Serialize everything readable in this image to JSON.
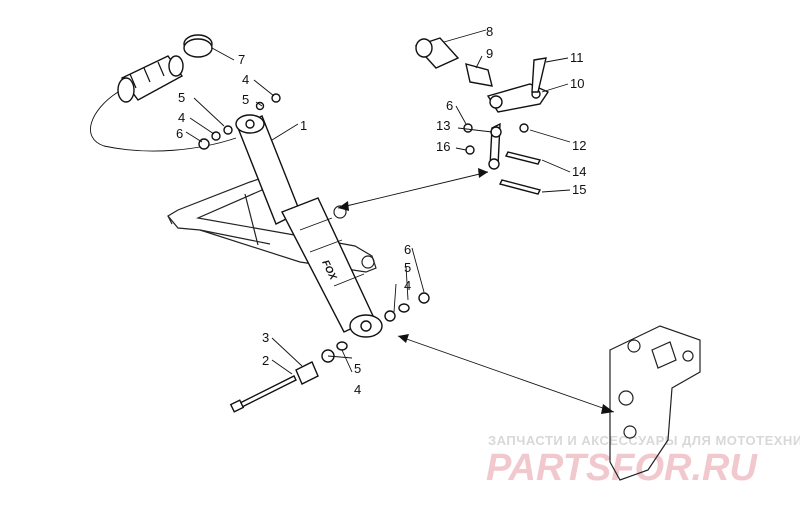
{
  "diagram": {
    "callouts": [
      {
        "id": "c1",
        "label": "1"
      },
      {
        "id": "c2",
        "label": "2"
      },
      {
        "id": "c3",
        "label": "3"
      },
      {
        "id": "c4a",
        "label": "4"
      },
      {
        "id": "c4b",
        "label": "4"
      },
      {
        "id": "c4c",
        "label": "4"
      },
      {
        "id": "c4d",
        "label": "4"
      },
      {
        "id": "c5a",
        "label": "5"
      },
      {
        "id": "c5b",
        "label": "5"
      },
      {
        "id": "c5c",
        "label": "5"
      },
      {
        "id": "c5d",
        "label": "5"
      },
      {
        "id": "c6a",
        "label": "6"
      },
      {
        "id": "c6b",
        "label": "6"
      },
      {
        "id": "c6c",
        "label": "6"
      },
      {
        "id": "c7",
        "label": "7"
      },
      {
        "id": "c8",
        "label": "8"
      },
      {
        "id": "c9",
        "label": "9"
      },
      {
        "id": "c10",
        "label": "10"
      },
      {
        "id": "c11",
        "label": "11"
      },
      {
        "id": "c12",
        "label": "12"
      },
      {
        "id": "c13",
        "label": "13"
      },
      {
        "id": "c14",
        "label": "14"
      },
      {
        "id": "c15",
        "label": "15"
      },
      {
        "id": "c16",
        "label": "16"
      }
    ]
  },
  "watermark": {
    "line1": "ЗАПЧАСТИ И АКСЕССУАРЫ ДЛЯ МОТОТЕХНИКИ",
    "line2": "PARTSFOR.RU"
  },
  "colors": {
    "line": "#111111",
    "watermark_text": "#d8d8d8",
    "watermark_logo": "#f2c8cf"
  }
}
